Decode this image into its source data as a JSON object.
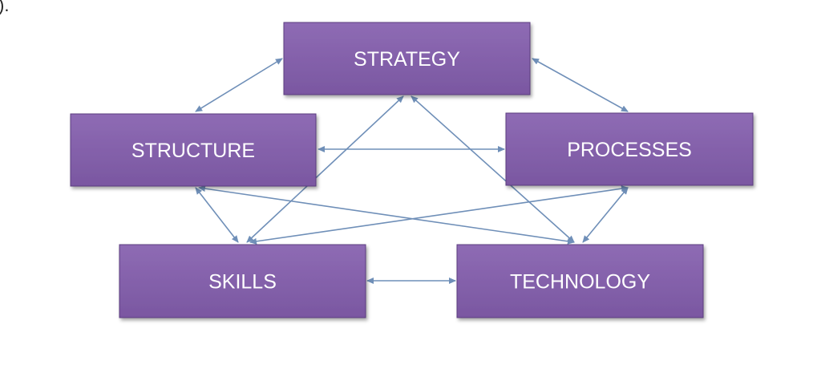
{
  "corner_text": ").",
  "colors": {
    "box_fill_top": "#8e6bb4",
    "box_fill_bottom": "#7a57a1",
    "box_border": "#5b3c80",
    "box_text": "#ffffff",
    "arrow": "#6f8fb8"
  },
  "nodes": [
    {
      "id": "strategy",
      "label": "STRATEGY"
    },
    {
      "id": "structure",
      "label": "STRUCTURE"
    },
    {
      "id": "processes",
      "label": "PROCESSES"
    },
    {
      "id": "skills",
      "label": "SKILLS"
    },
    {
      "id": "technology",
      "label": "TECHNOLOGY"
    }
  ],
  "edges": [
    {
      "from": "strategy",
      "to": "structure"
    },
    {
      "from": "strategy",
      "to": "processes"
    },
    {
      "from": "strategy",
      "to": "skills"
    },
    {
      "from": "strategy",
      "to": "technology"
    },
    {
      "from": "structure",
      "to": "processes"
    },
    {
      "from": "structure",
      "to": "skills"
    },
    {
      "from": "structure",
      "to": "technology"
    },
    {
      "from": "processes",
      "to": "skills"
    },
    {
      "from": "processes",
      "to": "technology"
    },
    {
      "from": "skills",
      "to": "technology"
    }
  ]
}
